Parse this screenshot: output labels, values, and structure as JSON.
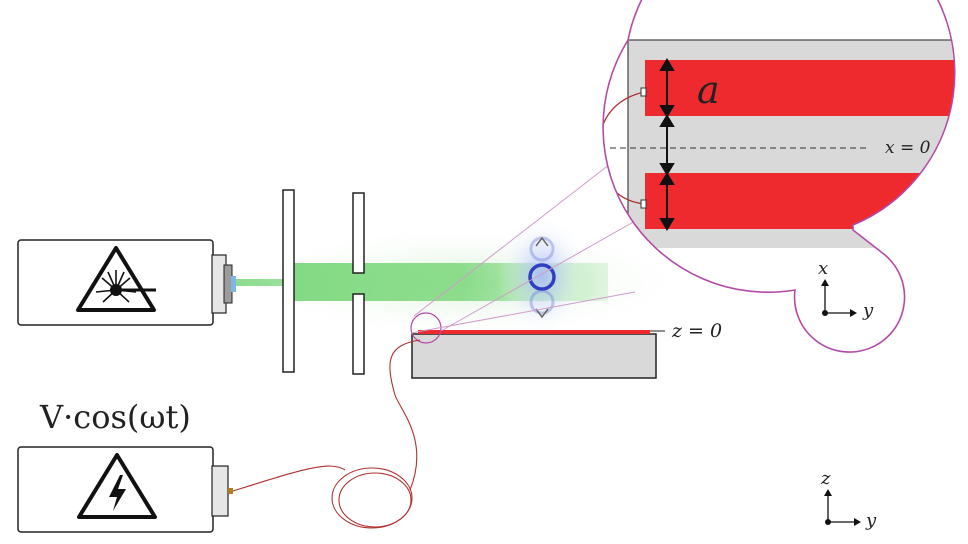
{
  "labels": {
    "voltage": "V·cos(ωt)",
    "aperture": "a",
    "x_zero": "x = 0",
    "z_zero": "z = 0",
    "inset_axis_vertical": "x",
    "inset_axis_horizontal": "y",
    "main_axis_vertical": "z",
    "main_axis_horizontal": "y"
  },
  "colors": {
    "electrode_red": "#ee2a2f",
    "inset_border": "#b24aa8",
    "beam_green": "#6fcf6f",
    "particle_blue": "#2f3fbf",
    "fiber_red": "#b03030",
    "panel_grey": "#d9d9d9"
  },
  "icons": {
    "laser_source": "laser-warning-icon",
    "voltage_source": "high-voltage-icon"
  }
}
